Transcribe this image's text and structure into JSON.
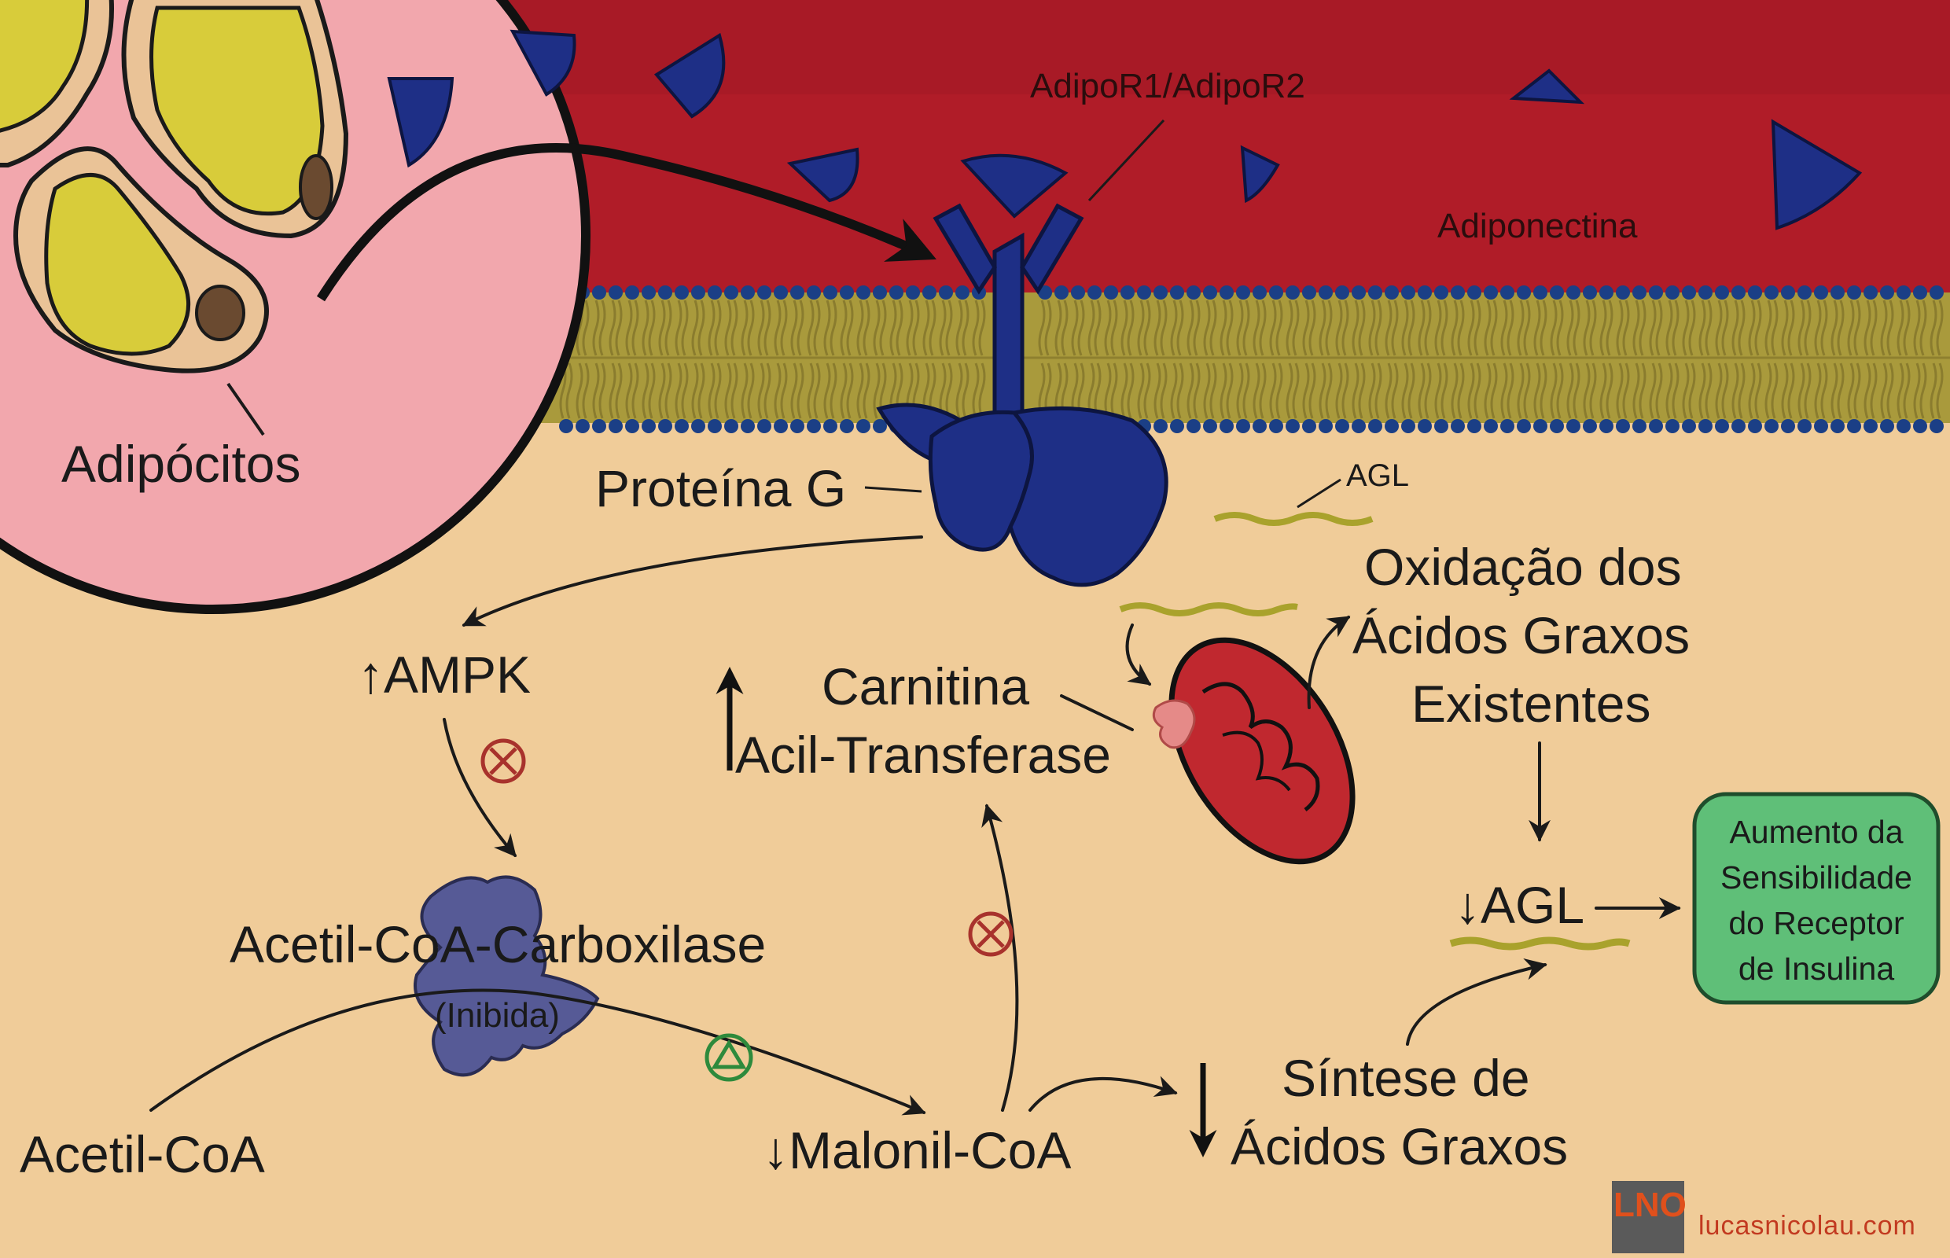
{
  "labels": {
    "adipor": "AdipoR1/AdipoR2",
    "adiponectina": "Adiponectina",
    "adipocitos": "Adipócitos",
    "proteina_g": "Proteína G",
    "agl_membrane": "AGL",
    "oxidacao_1": "Oxidação dos",
    "oxidacao_2": "Ácidos Graxos",
    "oxidacao_3": "Existentes",
    "ampk": "↑AMPK",
    "carnitina_1": "Carnitina",
    "carnitina_2": "Acil-Transferase",
    "acc": "Acetil-CoA-Carboxilase",
    "inibida": "(Inibida)",
    "acetil_coa": "Acetil-CoA",
    "malonil_coa": "↓Malonil-CoA",
    "sintese_1": "Síntese de",
    "sintese_2": "Ácidos Graxos",
    "agl_down": "↓AGL",
    "box_1": "Aumento da",
    "box_2": "Sensibilidade",
    "box_3": "do Receptor",
    "box_4": "de Insulina",
    "logo": "LNO",
    "watermark": "lucasnicolau.com"
  },
  "colors": {
    "blood": "#b01c28",
    "cytoplasm": "#f0cc99",
    "adipocyte_bg": "#f2a7ad",
    "lipid": "#d8cc3a",
    "receptor": "#1e2f86",
    "membrane_tail": "#a99a3c",
    "membrane_head": "#1b3f86",
    "acc_enzyme": "#565a96",
    "mitochondria": "#c0282f",
    "inhibit_symbol": "#a8322c",
    "activate_symbol": "#2e8a3c",
    "box_fill": "#5fbf78",
    "box_stroke": "#1f4d2c",
    "fatty_acid": "#a9a22c"
  },
  "icons": {
    "inhibit": "circle-x-icon",
    "activate": "circle-triangle-icon",
    "adiponectin": "quarter-wedge-shape"
  }
}
